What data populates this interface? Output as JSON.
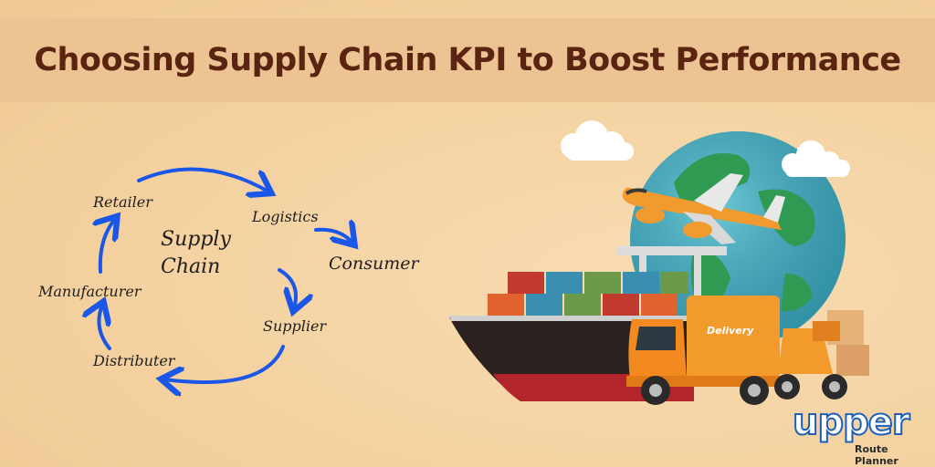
{
  "header": {
    "title": "Choosing Supply Chain KPI to Boost Performance"
  },
  "diagram": {
    "center_label_line1": "Supply",
    "center_label_line2": "Chain",
    "nodes": {
      "retailer": "Retailer",
      "logistics": "Logistics",
      "consumer": "Consumer",
      "supplier": "Supplier",
      "distributer": "Distributer",
      "manufacturer": "Manufacturer"
    },
    "arrow_color": "#1a56e8"
  },
  "illustration": {
    "truck_label": "Delivery"
  },
  "brand": {
    "name": "upper",
    "tagline": "Route Planner",
    "color": "#1d5fb8"
  }
}
